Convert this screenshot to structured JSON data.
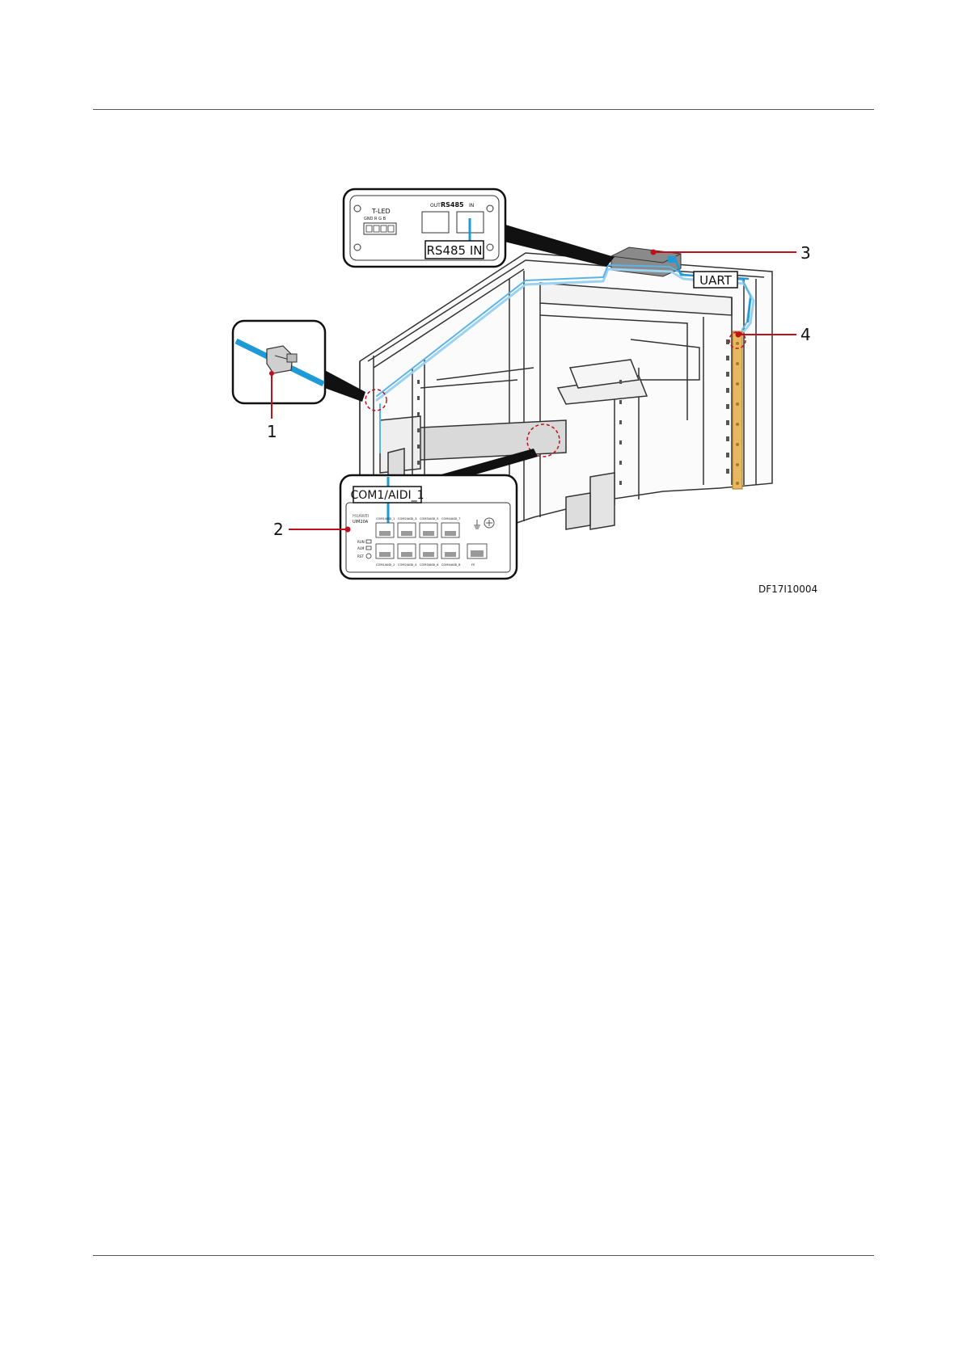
{
  "figure": {
    "id": "DF17I10004",
    "labels": {
      "rs485_in": "RS485 IN",
      "uart": "UART",
      "com1_aidi": "COM1/AIDI_1"
    },
    "callouts": [
      "1",
      "2",
      "3",
      "4"
    ],
    "panel_top": {
      "tled": "T-LED",
      "rs485": "RS485",
      "out": "OUT",
      "in": "IN",
      "pins": "GND R G B"
    },
    "panel_bottom": {
      "brand": "HUAWEI",
      "model": "UIM20A",
      "leds": [
        "RUN",
        "ALM",
        "RST"
      ],
      "ports_top": [
        "COM1/AIDI_1",
        "COM2/AIDI_3",
        "COM3/AIDI_5",
        "COM4/AIDI_7"
      ],
      "ports_bottom": [
        "COM1/AIDI_2",
        "COM2/AIDI_4",
        "COM3/AIDI_6",
        "COM4/AIDI_8"
      ],
      "fe": "FE"
    }
  },
  "colors": {
    "cable": "#5bb4e8",
    "cable_dark": "#1e9ad6",
    "callout_red": "#c0101a",
    "cabinet_line": "#333333",
    "copper_bar": "#e8b860"
  }
}
